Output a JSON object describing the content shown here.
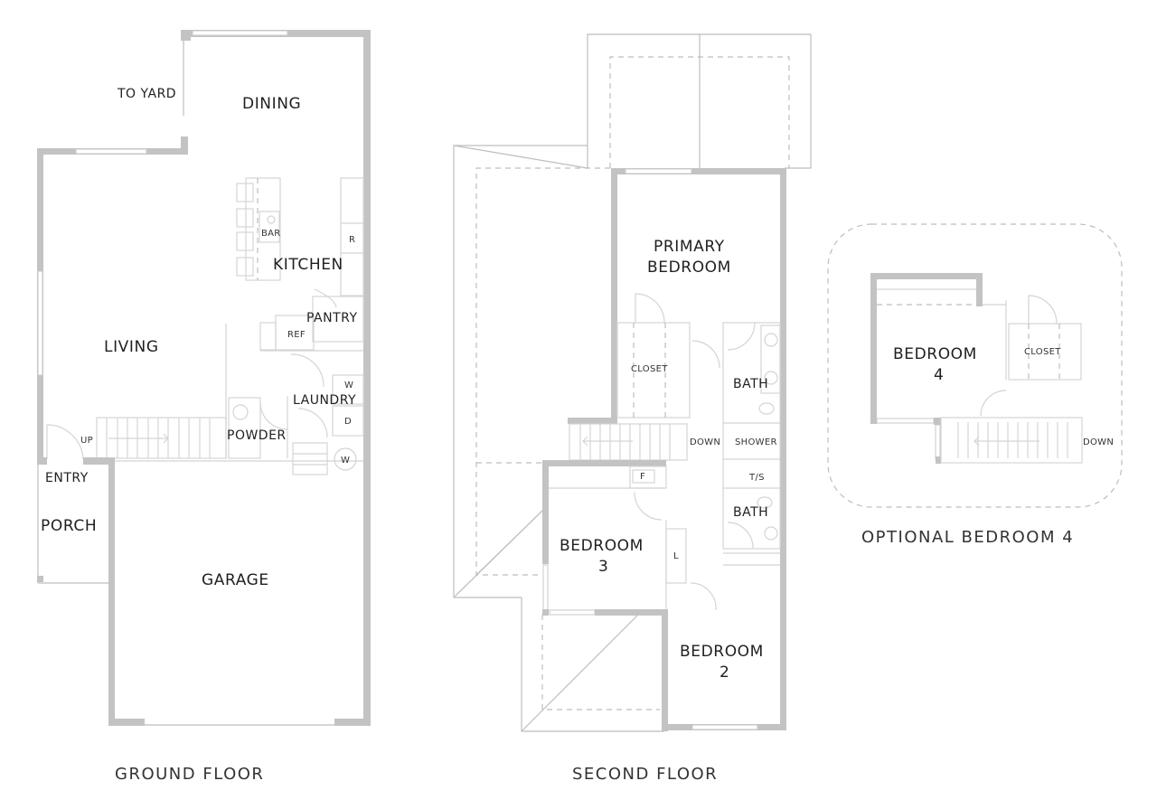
{
  "ground_floor": {
    "caption": "GROUND FLOOR",
    "rooms": {
      "to_yard": "TO YARD",
      "dining": "DINING",
      "bar": "BAR",
      "kitchen": "KITCHEN",
      "refrigerator_r": "R",
      "pantry": "PANTRY",
      "ref": "REF",
      "living": "LIVING",
      "laundry": "LAUNDRY",
      "washer_w": "W",
      "dryer_d": "D",
      "water_heater_w": "W",
      "powder": "POWDER",
      "up": "UP",
      "entry": "ENTRY",
      "porch": "PORCH",
      "garage": "GARAGE"
    }
  },
  "second_floor": {
    "caption": "SECOND FLOOR",
    "rooms": {
      "primary_bedroom_line1": "PRIMARY",
      "primary_bedroom_line2": "BEDROOM",
      "closet": "CLOSET",
      "bath_primary": "BATH",
      "down": "DOWN",
      "shower": "SHOWER",
      "ts": "T/S",
      "bath_hall": "BATH",
      "f": "F",
      "l": "L",
      "bedroom3_line1": "BEDROOM",
      "bedroom3_line2": "3",
      "bedroom2_line1": "BEDROOM",
      "bedroom2_line2": "2"
    }
  },
  "optional_bedroom": {
    "caption": "OPTIONAL BEDROOM 4",
    "rooms": {
      "bedroom4_line1": "BEDROOM",
      "bedroom4_line2": "4",
      "closet": "CLOSET",
      "down": "DOWN"
    }
  },
  "colors": {
    "wall": "#c3c3c4",
    "fixture_line": "#d4d4d4",
    "text": "#1f1f1f",
    "background": "#ffffff"
  }
}
